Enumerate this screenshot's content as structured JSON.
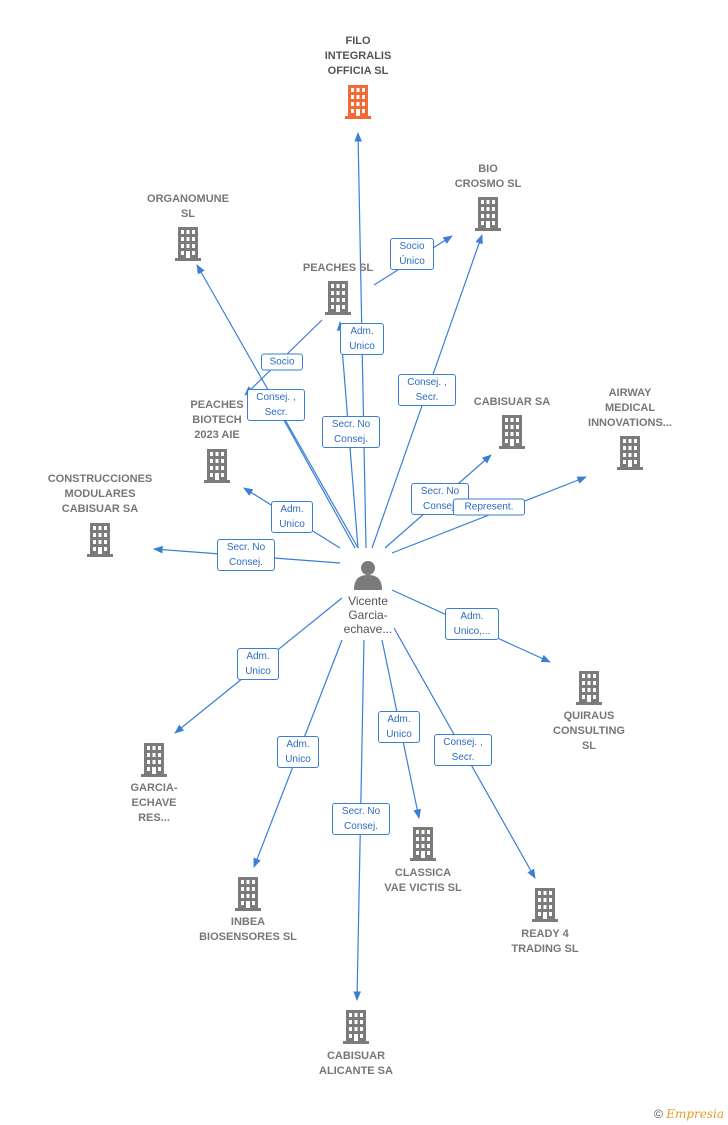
{
  "colors": {
    "edge": "#3a7fd5",
    "building": "#7b7b7b",
    "highlight": "#f26a35",
    "person": "#7b7b7b"
  },
  "center": {
    "label_lines": [
      "Vicente",
      "Garcia-",
      "echave..."
    ]
  },
  "nodes": [
    {
      "id": "filo",
      "label_lines": [
        "FILO",
        "INTEGRALIS",
        "OFFICIA SL"
      ],
      "highlight": true
    },
    {
      "id": "bio",
      "label_lines": [
        "BIO",
        "CROSMO SL"
      ]
    },
    {
      "id": "organomune",
      "label_lines": [
        "ORGANOMUNE",
        "SL"
      ]
    },
    {
      "id": "peaches",
      "label_lines": [
        "PEACHES SL"
      ]
    },
    {
      "id": "peaches_biotech",
      "label_lines": [
        "PEACHES",
        "BIOTECH",
        "2023 AIE"
      ]
    },
    {
      "id": "cabisuar_sa",
      "label_lines": [
        "CABISUAR SA"
      ]
    },
    {
      "id": "airway",
      "label_lines": [
        "AIRWAY",
        "MEDICAL",
        "INNOVATIONS..."
      ]
    },
    {
      "id": "construcciones",
      "label_lines": [
        "CONSTRUCCIONES",
        "MODULARES",
        "CABISUAR SA"
      ]
    },
    {
      "id": "quiraus",
      "label_lines": [
        "QUIRAUS",
        "CONSULTING",
        "SL"
      ]
    },
    {
      "id": "garcia",
      "label_lines": [
        "GARCIA-",
        "ECHAVE",
        "RES..."
      ]
    },
    {
      "id": "inbea",
      "label_lines": [
        "INBEA",
        "BIOSENSORES SL"
      ]
    },
    {
      "id": "classica",
      "label_lines": [
        "CLASSICA",
        "VAE VICTIS SL"
      ]
    },
    {
      "id": "ready4",
      "label_lines": [
        "READY 4",
        "TRADING SL"
      ]
    },
    {
      "id": "cabisuar_alicante",
      "label_lines": [
        "CABISUAR",
        "ALICANTE SA"
      ]
    }
  ],
  "edge_labels": [
    {
      "id": "socio_unico",
      "lines": [
        "Socio",
        "Único"
      ]
    },
    {
      "id": "adm_unico_peaches",
      "lines": [
        "Adm.",
        "Unico"
      ]
    },
    {
      "id": "socio",
      "lines": [
        "Socio"
      ]
    },
    {
      "id": "consej_secr_1",
      "lines": [
        "Consej. ,",
        "Secr."
      ]
    },
    {
      "id": "consej_secr_bio",
      "lines": [
        "Consej. ,",
        "Secr."
      ]
    },
    {
      "id": "secr_no_consej_filo",
      "lines": [
        "Secr. No",
        "Consej."
      ]
    },
    {
      "id": "secr_no_consej_cabisuar",
      "lines": [
        "Secr. No",
        "Consej."
      ]
    },
    {
      "id": "represent",
      "lines": [
        "Represent."
      ]
    },
    {
      "id": "adm_unico_pb",
      "lines": [
        "Adm.",
        "Unico"
      ]
    },
    {
      "id": "secr_no_consej_constr",
      "lines": [
        "Secr. No",
        "Consej."
      ]
    },
    {
      "id": "adm_unico_quiraus",
      "lines": [
        "Adm.",
        "Unico,..."
      ]
    },
    {
      "id": "adm_unico_garcia",
      "lines": [
        "Adm.",
        "Unico"
      ]
    },
    {
      "id": "adm_unico_inbea",
      "lines": [
        "Adm.",
        "Unico"
      ]
    },
    {
      "id": "secr_no_consej_alic",
      "lines": [
        "Secr. No",
        "Consej."
      ]
    },
    {
      "id": "adm_unico_classica",
      "lines": [
        "Adm.",
        "Unico"
      ]
    },
    {
      "id": "consej_secr_ready",
      "lines": [
        "Consej. ,",
        "Secr."
      ]
    }
  ],
  "footer": {
    "copyright": "©",
    "brand": "Empresia"
  }
}
